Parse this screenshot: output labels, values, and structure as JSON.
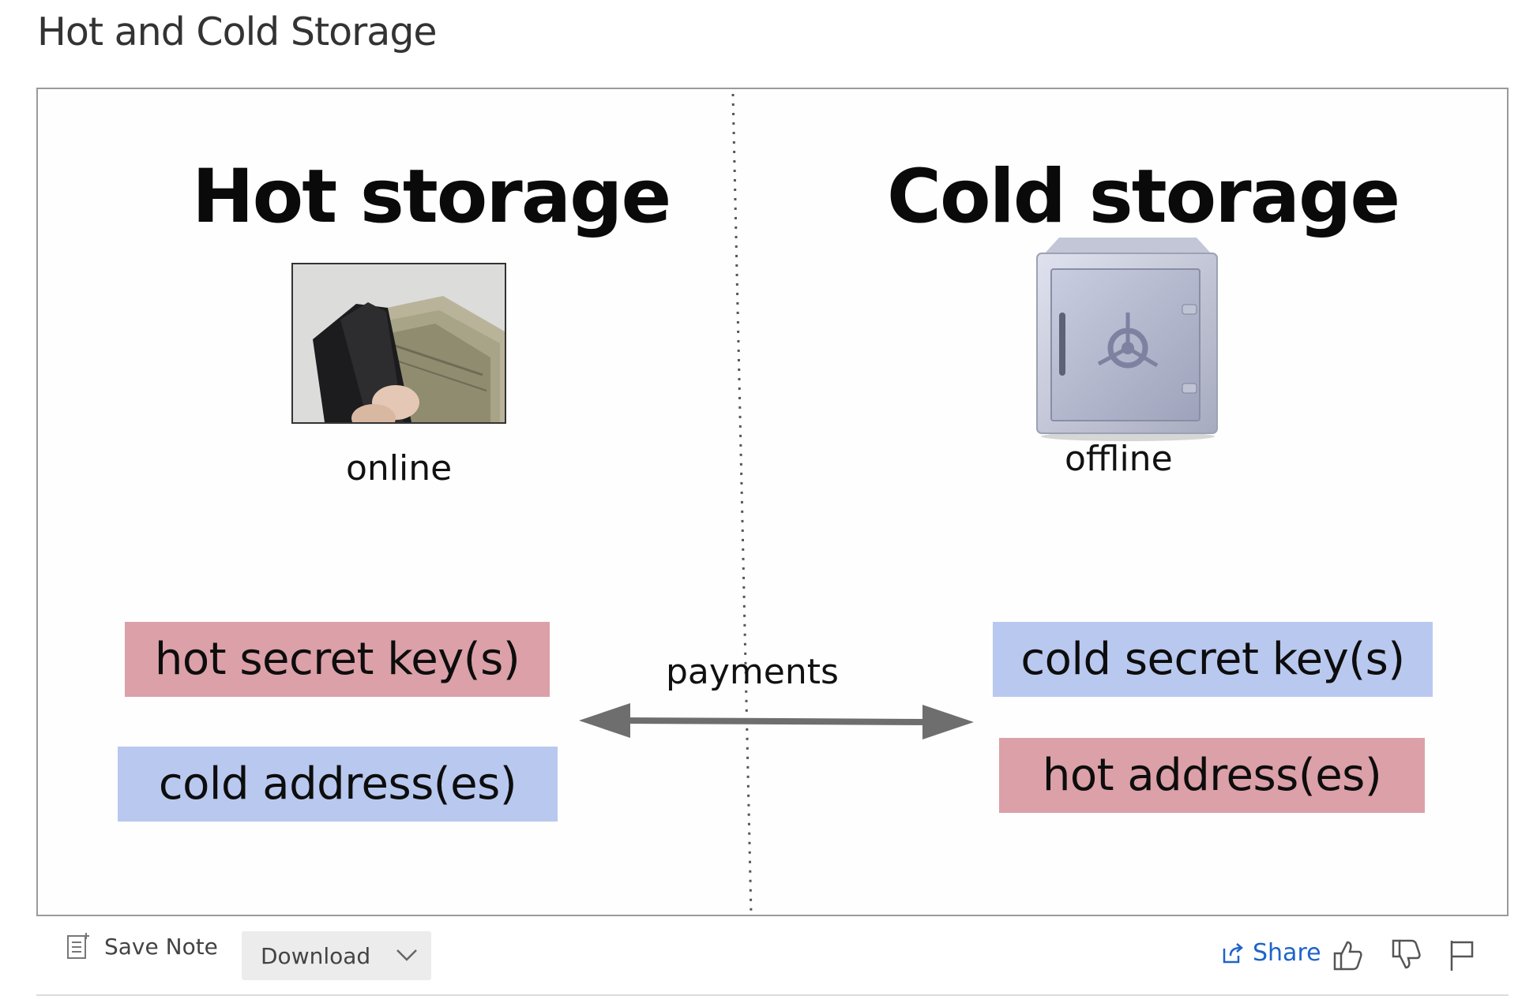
{
  "page": {
    "title": "Hot and Cold Storage"
  },
  "slide": {
    "hot_heading": "Hot storage",
    "cold_heading": "Cold storage",
    "hot_caption": "online",
    "cold_caption": "offline",
    "hot_secret_keys": "hot secret key(s)",
    "cold_addresses": "cold address(es)",
    "cold_secret_keys": "cold secret key(s)",
    "hot_addresses": "hot address(es)",
    "payments_label": "payments",
    "colors": {
      "hot_box": "#dca0a8",
      "cold_box": "#b9c8ef",
      "arrow": "#6e6e6e"
    }
  },
  "toolbar": {
    "save_note_label": "Save Note",
    "save_note_icon": "note-icon",
    "download_label": "Download",
    "download_icon": "chevron-down-icon",
    "share_label": "Share",
    "share_icon": "share-icon",
    "like_icon": "thumbs-up-icon",
    "dislike_icon": "thumbs-down-icon",
    "flag_icon": "flag-icon",
    "accent_color": "#1f64c8"
  }
}
